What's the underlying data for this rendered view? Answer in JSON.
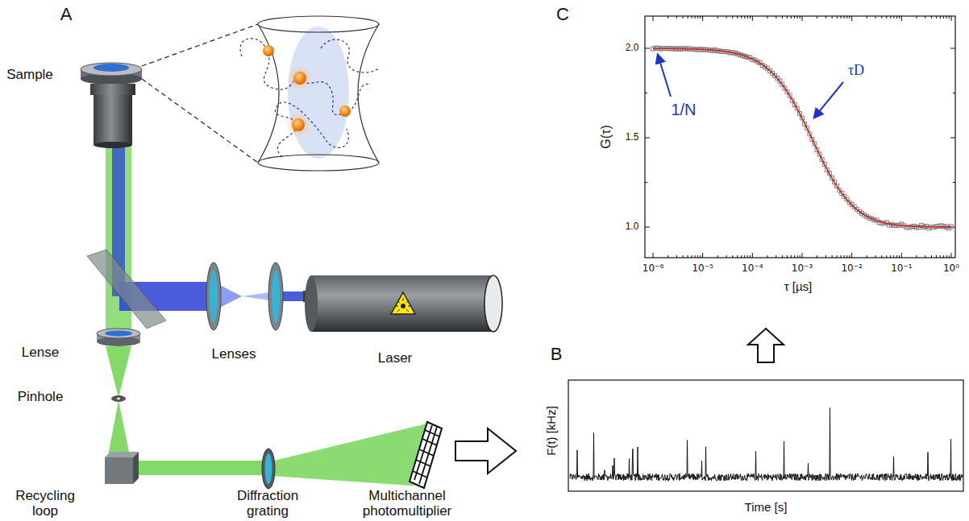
{
  "diagram": {
    "labels": [
      "A",
      "Sample",
      "Lense",
      "Lenses",
      "Laser",
      "Pinhole",
      "Recycling loop",
      "Diffraction grating",
      "Multichannel photomultiplier",
      "B",
      "F(t) [kHz]",
      "Time [s]",
      "C",
      "G(τ)",
      "2.0",
      "1.5",
      "1.0",
      "10⁻⁶",
      "10⁻⁵",
      "10⁻⁴",
      "10⁻³",
      "10⁻²",
      "10⁻¹",
      "10⁰",
      "τ [µs]",
      "1/N",
      "τD"
    ]
  }
}
